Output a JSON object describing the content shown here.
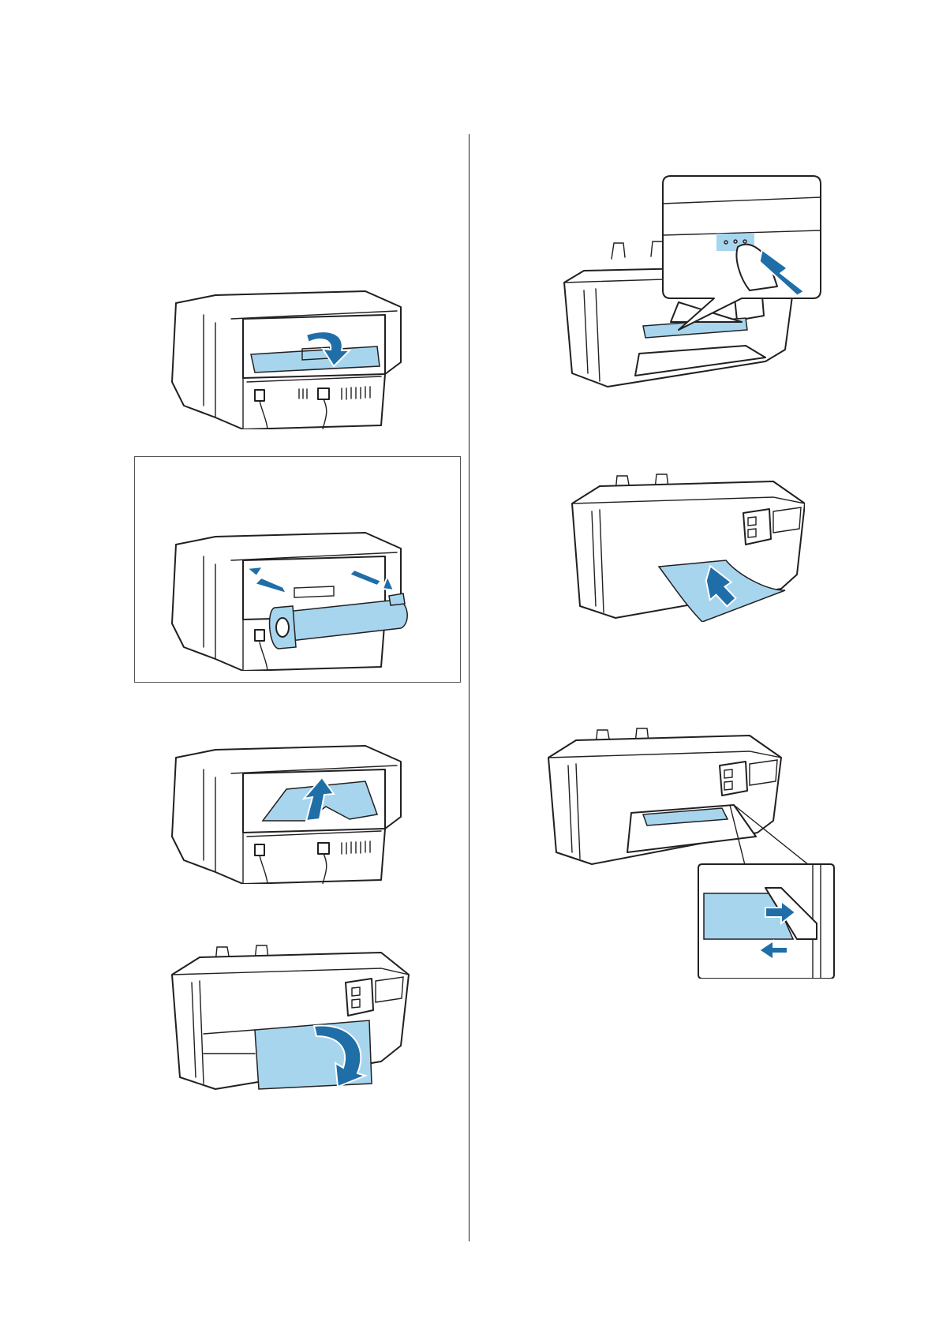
{
  "page": {
    "columns": 2
  },
  "figures": [
    {
      "id": "rear-cover-open",
      "icon": "printer-rear-open-cover-illustration"
    },
    {
      "id": "roll-holder-attach",
      "icon": "printer-rear-roll-paper-illustration"
    },
    {
      "id": "remove-jammed-paper-rear",
      "icon": "printer-rear-paper-removal-illustration"
    },
    {
      "id": "front-cover-open",
      "icon": "printer-front-open-cover-illustration"
    },
    {
      "id": "press-button",
      "icon": "printer-control-button-press-illustration"
    },
    {
      "id": "insert-sheet",
      "icon": "printer-front-sheet-insert-illustration"
    },
    {
      "id": "front-tray-insert",
      "icon": "printer-front-tray-insert-illustration"
    }
  ],
  "colors": {
    "highlight": "#a7d5ee",
    "arrow": "#1f6ea8",
    "line": "#231f20"
  }
}
